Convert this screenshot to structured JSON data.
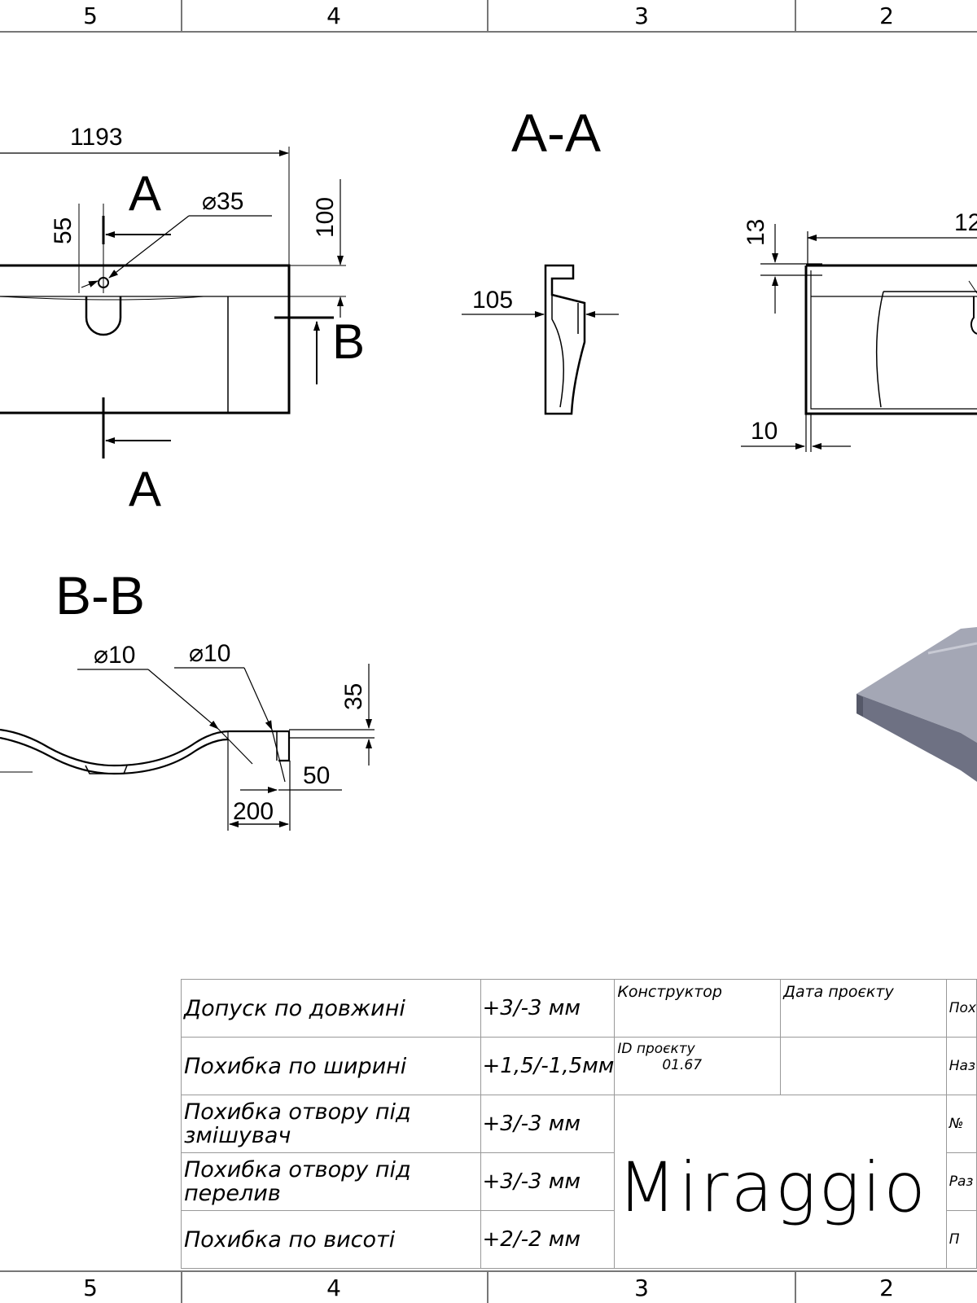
{
  "zones_top": [
    "5",
    "4",
    "3",
    "2"
  ],
  "zones_bottom": [
    "5",
    "4",
    "3",
    "2"
  ],
  "views": {
    "section_aa": "A-A",
    "section_bb": "B-B",
    "cut_a_top": "A",
    "cut_a_bottom": "A",
    "cut_b": "B"
  },
  "dimensions": {
    "length": "1193",
    "mixer_hole": "⌀35",
    "hole_offset": "55",
    "hole_depth": "100",
    "section_thickness": "105",
    "rim_top": "13",
    "rim_width_partial": "12",
    "rim_side": "10",
    "overflow_d1": "⌀10",
    "overflow_d2": "⌀10",
    "bowl_depth": "35",
    "overflow_offset": "50",
    "overflow_width": "200"
  },
  "title_block": {
    "rows": [
      {
        "label": "Допуск по довжині",
        "value": "+3/-3 мм"
      },
      {
        "label": "Похибка по ширині",
        "value": "+1,5/-1,5мм"
      },
      {
        "label": "Похибка отвору під змішувач",
        "value": "+3/-3 мм"
      },
      {
        "label": "Похибка отвору під перелив",
        "value": "+3/-3 мм"
      },
      {
        "label": "Похибка по висоті",
        "value": "+2/-2 мм"
      }
    ],
    "designer_label": "Конструктор",
    "date_label": "Дата проєкту",
    "project_id_label": "ID проєкту",
    "project_id_value": "01.67",
    "brand": "Miraggio",
    "cut_labels": [
      "Пох",
      "Наз",
      "№",
      "Раз",
      "П"
    ]
  },
  "colors": {
    "line": "#000000",
    "grid": "#777777",
    "render_top": "#a4a7b5",
    "render_side": "#6e7183"
  }
}
